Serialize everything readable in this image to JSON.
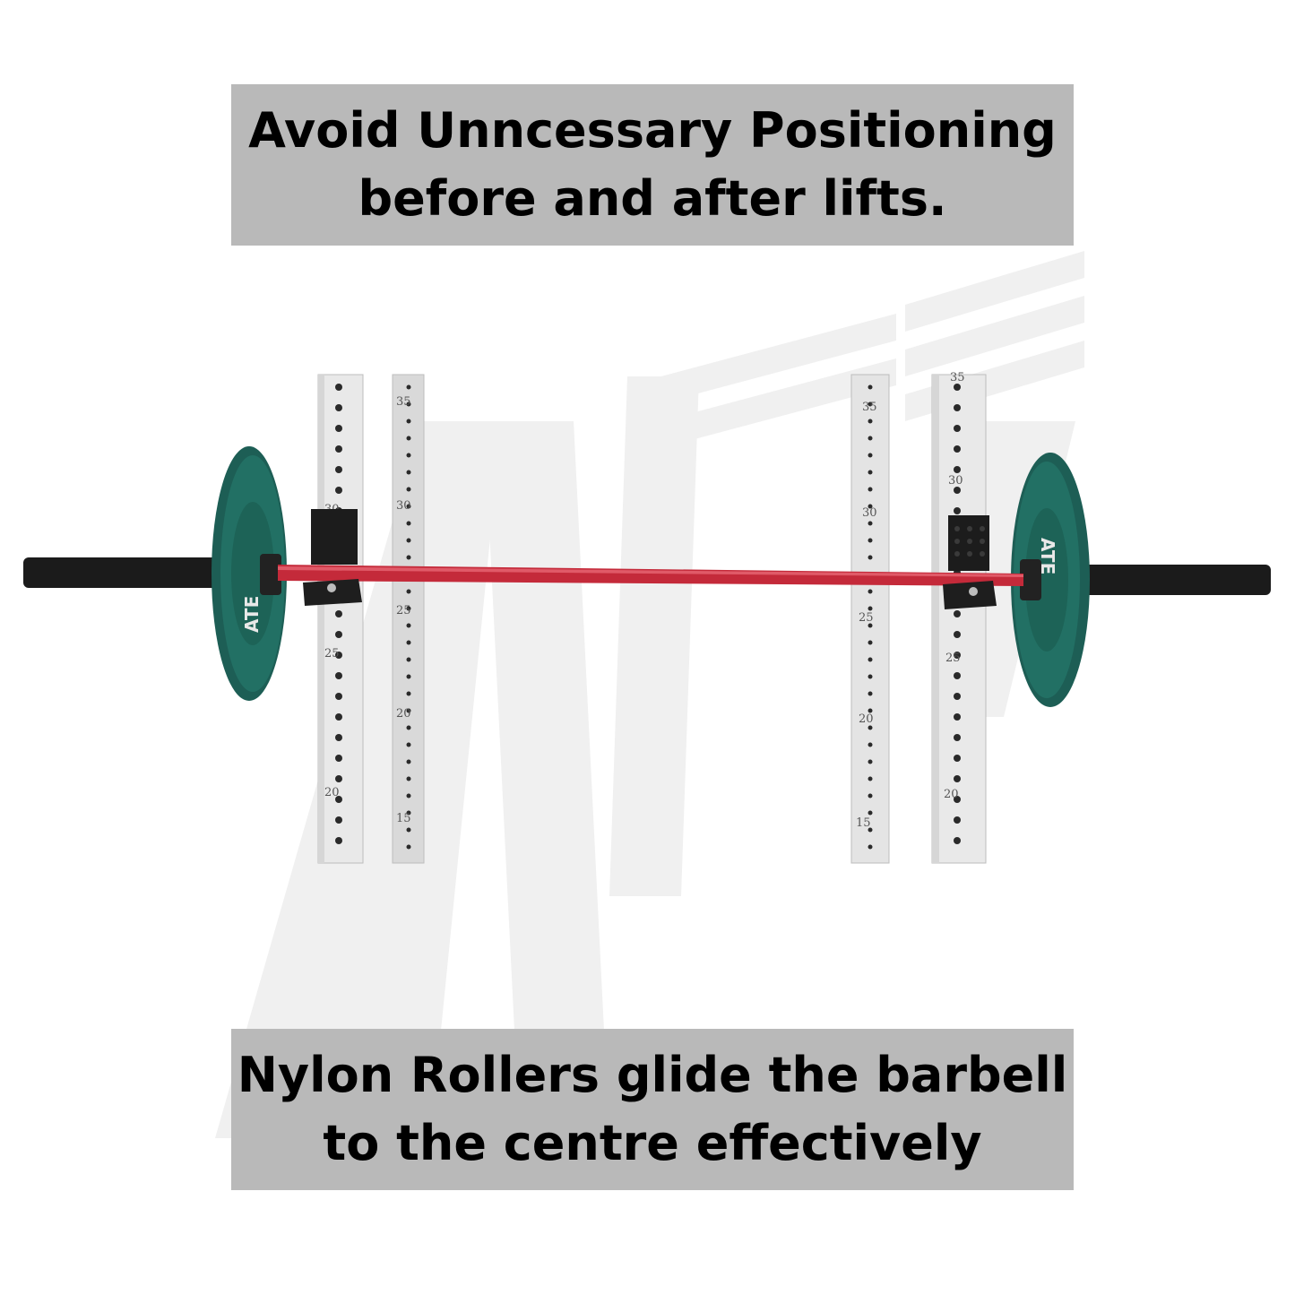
{
  "top_banner": {
    "line1": "Avoid Unncessary Positioning",
    "line2": "before and after lifts."
  },
  "bottom_banner": {
    "line1": "Nylon Rollers glide the barbell",
    "line2": "to the centre effectively"
  },
  "watermark": {
    "text": "ATE"
  },
  "plates": {
    "label": "ATE"
  },
  "uprights": {
    "left_outer_numbers": [
      "30",
      "25",
      "20"
    ],
    "left_inner_numbers": [
      "35",
      "30",
      "25",
      "20",
      "15"
    ],
    "right_inner_numbers": [
      "35",
      "30",
      "25",
      "20",
      "15"
    ],
    "right_outer_numbers": [
      "35",
      "30",
      "25",
      "20"
    ]
  },
  "colors": {
    "banner_bg": "#b9b9b9",
    "bar_sleeve": "#1a1a1a",
    "bar_shaft": "#c8283a",
    "plate": "#1f6b5f",
    "upright": "#e6e6e6",
    "watermark": "#efefef"
  }
}
